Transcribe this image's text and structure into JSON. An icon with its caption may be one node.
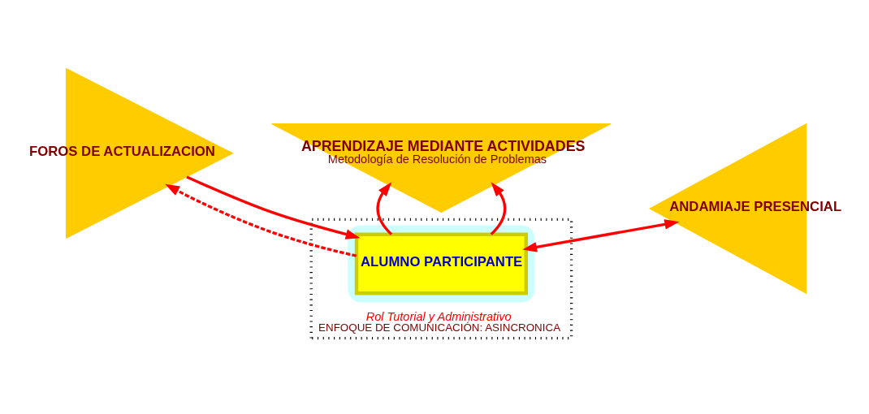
{
  "diagram": {
    "nodes": [
      {
        "text": [
          "APRENDIZAJE MEDIANTE ACTIVIDADES",
          "Metodología de Resolución de Problemas"
        ]
      },
      {
        "text": [
          "Rol Tutorial y Administrativo",
          "ENFOQUE DE COMUNICACIÓN: ASINCRONICA"
        ]
      },
      {
        "text": [],
        "shape": "ellipse",
        "in": 1
      },
      {
        "text": [
          "FOROS DE ACTUALIZACION"
        ]
      },
      {
        "text": [
          "ALUMNO PARTICIPANTE"
        ],
        "in": 2
      },
      {
        "text": [
          "ANDAMIAJE PRESENCIAL"
        ]
      }
    ],
    "edges": [
      {
        "from": 4,
        "to": 0,
        "arrow": "to"
      },
      {
        "from": 4,
        "to": 0,
        "arrow": "to"
      },
      {
        "from": 3,
        "to": 4,
        "arrow": "to"
      },
      {
        "from": 4,
        "to": 3,
        "arrow": "to",
        "style": "dashed"
      },
      {
        "from": 4,
        "to": 5,
        "arrow": "both"
      }
    ]
  }
}
